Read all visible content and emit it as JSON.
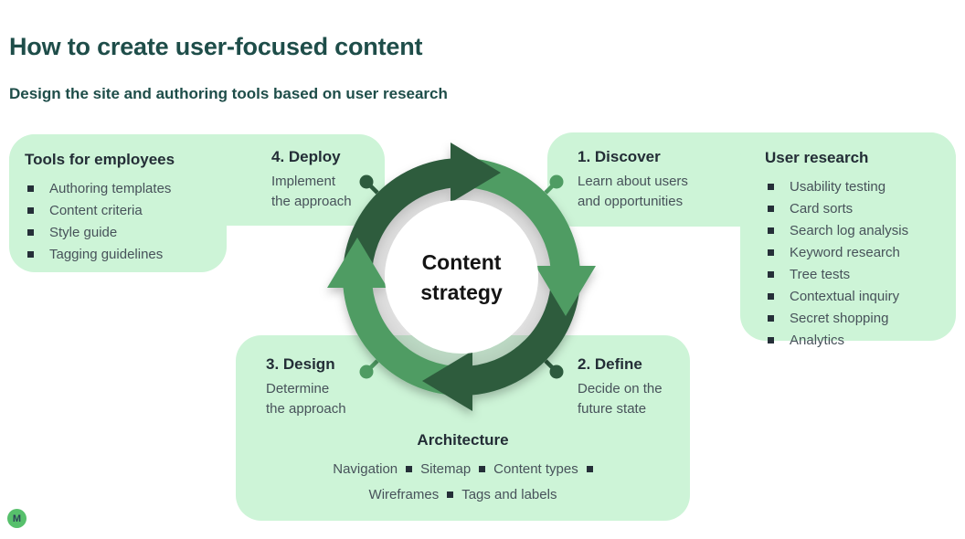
{
  "page": {
    "title": "How to create user-focused content",
    "subtitle": "Design the site and authoring tools based on user research"
  },
  "colors": {
    "panel_green": "#cdf4d7",
    "arc_dark": "#2d5b3e",
    "arc_medium": "#4f9c63",
    "ring_gray": "#8a8a8a",
    "title_teal": "#1e4d49",
    "heading_text": "#232d36",
    "body_text": "#47525a",
    "bullet_dark": "#252f38",
    "logo_green": "#57c06c"
  },
  "center": {
    "line1": "Content",
    "line2": "strategy"
  },
  "steps": {
    "discover": {
      "title": "1. Discover",
      "desc_line1": "Learn about users",
      "desc_line2": "and opportunities"
    },
    "define": {
      "title": "2. Define",
      "desc_line1": "Decide on the",
      "desc_line2": "future state"
    },
    "design": {
      "title": "3. Design",
      "desc_line1": "Determine",
      "desc_line2": "the approach"
    },
    "deploy": {
      "title": "4. Deploy",
      "desc_line1": "Implement",
      "desc_line2": "the approach"
    }
  },
  "tools_panel": {
    "title": "Tools for employees",
    "items": [
      "Authoring templates",
      "Content criteria",
      "Style guide",
      "Tagging guidelines"
    ]
  },
  "research_panel": {
    "title": "User research",
    "items": [
      "Usability testing",
      "Card sorts",
      "Search log analysis",
      "Keyword research",
      "Tree tests",
      "Contextual inquiry",
      "Secret shopping",
      "Analytics"
    ]
  },
  "architecture_panel": {
    "title": "Architecture",
    "row1": [
      "Navigation",
      "Sitemap",
      "Content types"
    ],
    "row2": [
      "Wireframes",
      "Tags and labels"
    ]
  },
  "logo": {
    "letter": "M"
  }
}
